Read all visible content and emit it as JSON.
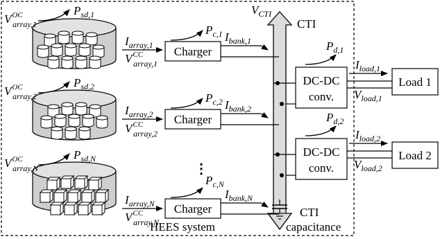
{
  "labels": {
    "v_array_oc_1": {
      "base": "V",
      "sup": "OC",
      "sub": "array,1"
    },
    "v_array_oc_2": {
      "base": "V",
      "sup": "OC",
      "sub": "array,2"
    },
    "v_array_oc_n": {
      "base": "V",
      "sup": "OC",
      "sub": "array,N"
    },
    "p_sd_1": {
      "base": "P",
      "sub": "sd,1"
    },
    "p_sd_2": {
      "base": "P",
      "sub": "sd,2"
    },
    "p_sd_n": {
      "base": "P",
      "sub": "sd,N"
    },
    "i_array_1": {
      "base": "I",
      "sub": "array,1"
    },
    "i_array_2": {
      "base": "I",
      "sub": "array,2"
    },
    "i_array_n": {
      "base": "I",
      "sub": "array,N"
    },
    "v_array_cc_1": {
      "base": "V",
      "sup": "CC",
      "sub": "array,1"
    },
    "v_array_cc_2": {
      "base": "V",
      "sup": "CC",
      "sub": "array,2"
    },
    "v_array_cc_n": {
      "base": "V",
      "sup": "CC",
      "sub": "array,N"
    },
    "p_c_1": {
      "base": "P",
      "sub": "c,1"
    },
    "p_c_2": {
      "base": "P",
      "sub": "c,2"
    },
    "p_c_n": {
      "base": "P",
      "sub": "c,N"
    },
    "i_bank_1": {
      "base": "I",
      "sub": "bank,1"
    },
    "i_bank_2": {
      "base": "I",
      "sub": "bank,2"
    },
    "i_bank_n": {
      "base": "I",
      "sub": "bank,N"
    },
    "v_cti": {
      "base": "V",
      "sub": "CTI"
    },
    "p_d_1": {
      "base": "P",
      "sub": "d,1"
    },
    "p_d_2": {
      "base": "P",
      "sub": "d,2"
    },
    "i_load_1": {
      "base": "I",
      "sub": "load,1"
    },
    "i_load_2": {
      "base": "I",
      "sub": "load,2"
    },
    "v_load_1": {
      "base": "V",
      "sub": "load,1"
    },
    "v_load_2": {
      "base": "V",
      "sub": "load,2"
    }
  },
  "blocks": {
    "charger": "Charger",
    "dcdc_line1": "DC-DC",
    "dcdc_line2": "conv.",
    "load_1": "Load 1",
    "load_2": "Load 2"
  },
  "text": {
    "cti_top": "CTI",
    "cti_bottom": "CTI",
    "cti_capacitance": "capacitance",
    "hees_system": "HEES system",
    "ellipsis": "⋮"
  }
}
